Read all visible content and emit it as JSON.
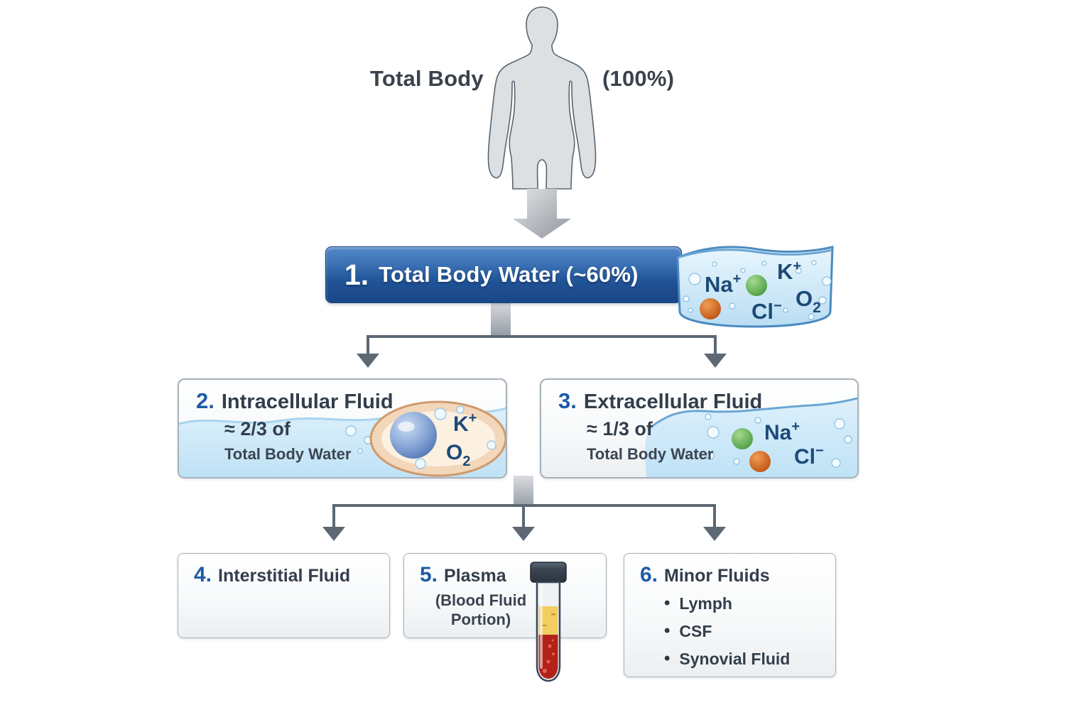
{
  "header": {
    "title": "Total Body",
    "percentage": "(100%)"
  },
  "level1": {
    "number": "1.",
    "label": "Total Body Water (~60%)",
    "tank_ions": {
      "na": "Na",
      "na_charge": "+",
      "k": "K",
      "k_charge": "+",
      "cl": "Cl",
      "cl_charge": "−",
      "o": "O",
      "o_sub": "2"
    }
  },
  "level2": {
    "intracellular": {
      "number": "2.",
      "title": "Intracellular Fluid",
      "fraction": "≈ 2/3 of",
      "fraction_of": "Total Body Water",
      "ions": {
        "k": "K",
        "k_charge": "+",
        "o": "O",
        "o_sub": "2"
      }
    },
    "extracellular": {
      "number": "3.",
      "title": "Extracellular Fluid",
      "fraction": "≈ 1/3 of",
      "fraction_of": "Total Body Water",
      "ions": {
        "na": "Na",
        "na_charge": "+",
        "cl": "Cl",
        "cl_charge": "−"
      }
    }
  },
  "level3": {
    "interstitial": {
      "number": "4.",
      "title": "Interstitial Fluid"
    },
    "plasma": {
      "number": "5.",
      "title": "Plasma",
      "subtitle_line1": "(Blood Fluid",
      "subtitle_line2": "Portion)"
    },
    "minor": {
      "number": "6.",
      "title": "Minor Fluids",
      "items": [
        "Lymph",
        "CSF",
        "Synovial Fluid"
      ]
    }
  },
  "colors": {
    "banner_blue_top": "#4c83c4",
    "banner_blue_bottom": "#1a4889",
    "number_blue": "#1e5ca6",
    "text_dark": "#333e4b",
    "ion_text_navy": "#1c4a78",
    "connector_gray": "#5c6874",
    "water_light_blue": "#cfe9f8",
    "green_sphere": "#5fae52",
    "orange_sphere": "#d06018",
    "plasma_yellow": "#f2cd5f",
    "blood_red": "#b22219",
    "silhouette_gray": "#dce0e3"
  }
}
